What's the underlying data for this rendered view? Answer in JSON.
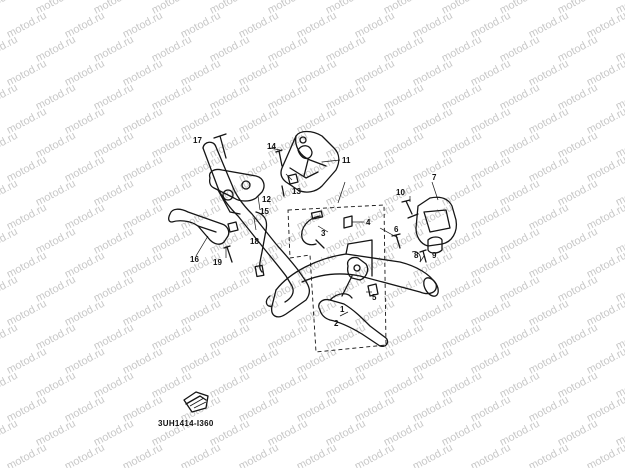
{
  "watermark": {
    "text": "motod.ru",
    "color": "#c8c8c8"
  },
  "diagram": {
    "code": "3UH1414-I360",
    "callouts": [
      {
        "id": "c1",
        "label": "1"
      },
      {
        "id": "c2",
        "label": "2"
      },
      {
        "id": "c3",
        "label": "3"
      },
      {
        "id": "c4",
        "label": "4"
      },
      {
        "id": "c5",
        "label": "5"
      },
      {
        "id": "c6",
        "label": "6"
      },
      {
        "id": "c7",
        "label": "7"
      },
      {
        "id": "c8",
        "label": "8"
      },
      {
        "id": "c9",
        "label": "9"
      },
      {
        "id": "c10",
        "label": "10"
      },
      {
        "id": "c11",
        "label": "11"
      },
      {
        "id": "c12",
        "label": "12"
      },
      {
        "id": "c13",
        "label": "13"
      },
      {
        "id": "c14",
        "label": "14"
      },
      {
        "id": "c15",
        "label": "15"
      },
      {
        "id": "c16",
        "label": "16"
      },
      {
        "id": "c17",
        "label": "17"
      },
      {
        "id": "c18",
        "label": "18"
      },
      {
        "id": "c19",
        "label": "19"
      }
    ]
  }
}
